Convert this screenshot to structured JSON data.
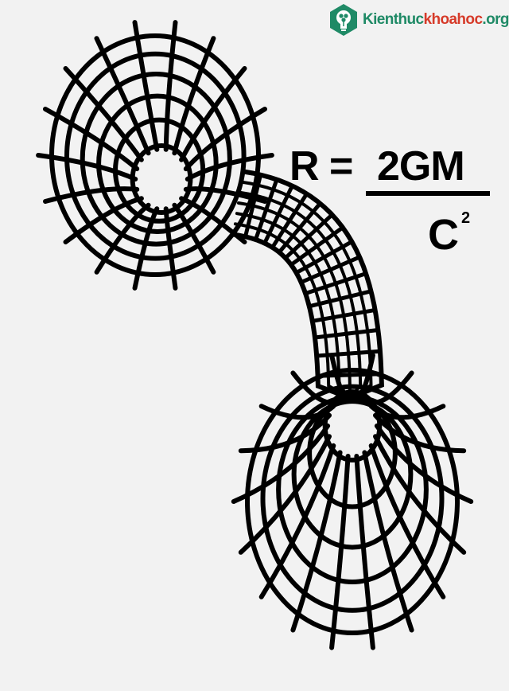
{
  "watermark": {
    "part1": "Kienthuc",
    "part2": "khoahoc",
    "part3": ".org",
    "icon": "lightbulb-tree-icon",
    "colors": {
      "green": "#1f8a66",
      "red": "#d63b2a"
    }
  },
  "formula": {
    "lhs": "R",
    "equals": "=",
    "numerator": "2GM",
    "denominator": "C",
    "exponent": "2"
  },
  "illustration": {
    "subject": "wormhole-grid",
    "line_color": "#000000",
    "background": "#f2f2f2"
  }
}
